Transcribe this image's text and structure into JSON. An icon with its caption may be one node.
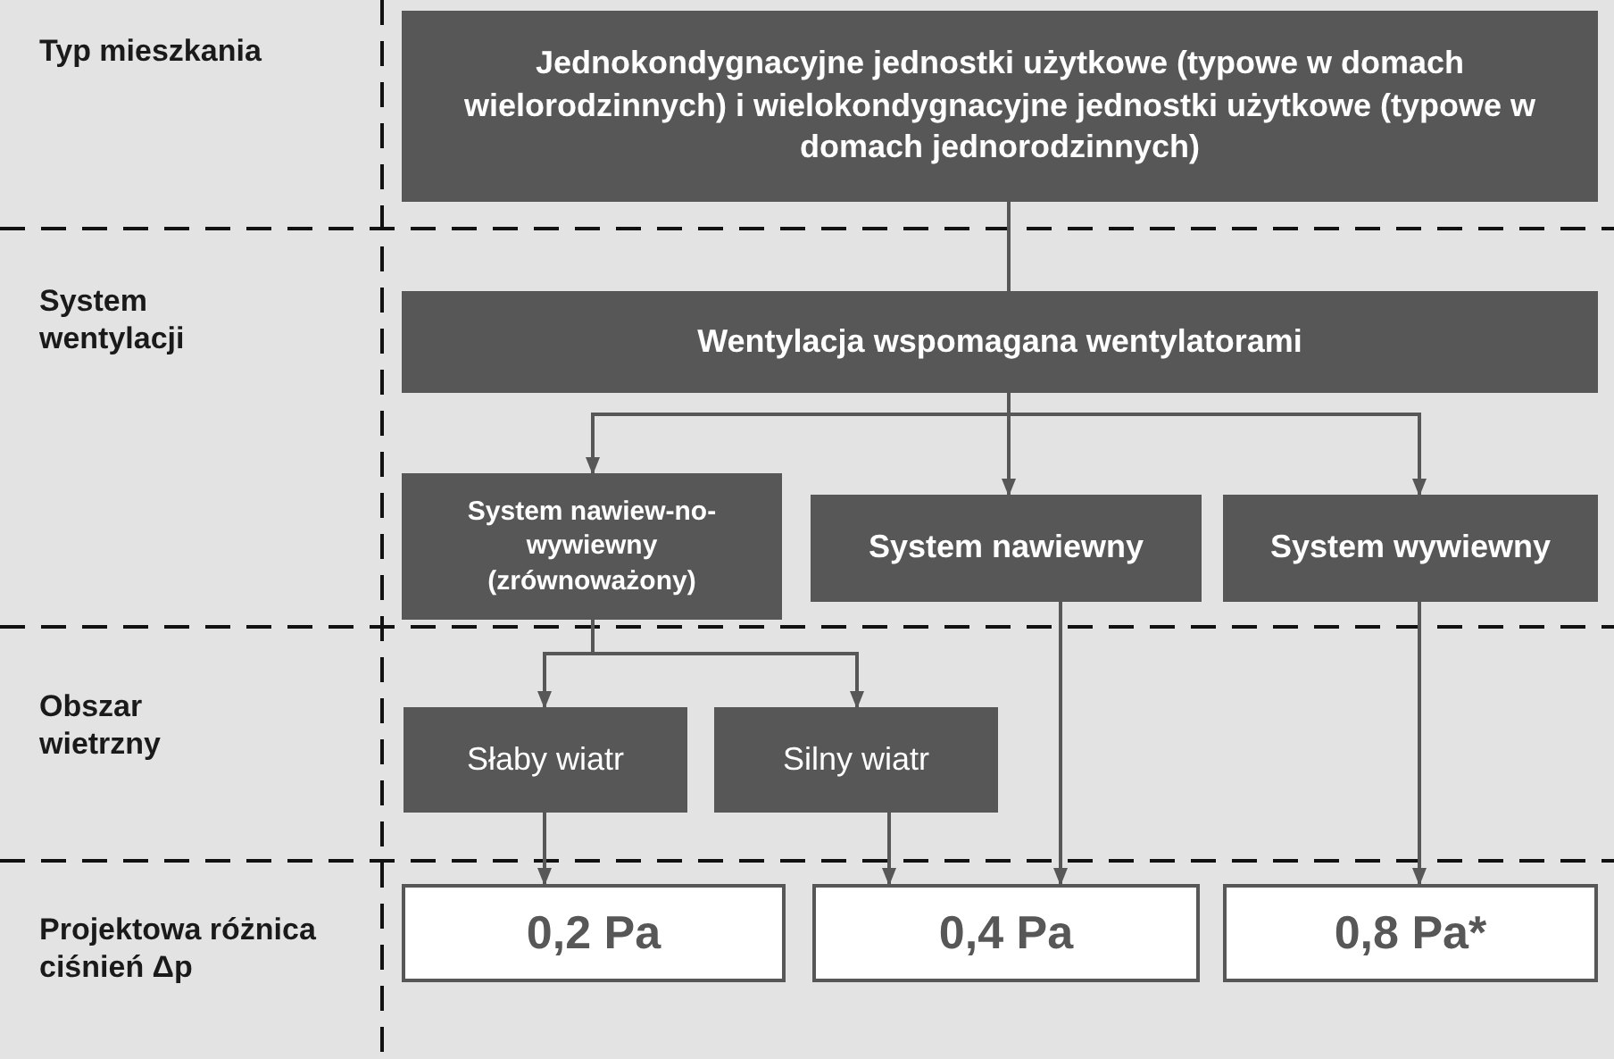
{
  "diagram": {
    "nodes": [
      {
        "text": [
          "Jednokondygnacyjne jednostki użytkowe (typowe w domach wielorodzinnych) i wielokondygnacyjne jednostki użytkowe (typowe w domach jednorodzinnych)"
        ]
      },
      {
        "text": [
          "Wentylacja wspomagana wentylatorami"
        ]
      },
      {
        "text": [
          "System nawiew-no-wywiewny (zrównoważony)"
        ]
      },
      {
        "text": [
          "System nawiewny"
        ]
      },
      {
        "text": [
          "System wywiewny"
        ]
      },
      {
        "text": [
          "Słaby wiatr"
        ]
      },
      {
        "text": [
          "Silny wiatr"
        ]
      },
      {
        "text": [
          "0,2 Pa"
        ]
      },
      {
        "text": [
          "0,4 Pa"
        ]
      },
      {
        "text": [
          "0,8 Pa*"
        ]
      }
    ],
    "edges": [
      {
        "from": 0,
        "to": 1,
        "arrow": "none"
      },
      {
        "from": 1,
        "to": 2,
        "arrow": "to"
      },
      {
        "from": 1,
        "to": 3,
        "arrow": "to"
      },
      {
        "from": 1,
        "to": 4,
        "arrow": "to"
      },
      {
        "from": 2,
        "to": 5,
        "arrow": "to"
      },
      {
        "from": 2,
        "to": 6,
        "arrow": "to"
      },
      {
        "from": 5,
        "to": 7,
        "arrow": "to"
      },
      {
        "from": 6,
        "to": 8,
        "arrow": "to"
      },
      {
        "from": 3,
        "to": 8,
        "arrow": "to"
      },
      {
        "from": 4,
        "to": 9,
        "arrow": "to"
      }
    ],
    "labels": [
      "Typ mieszkania",
      "System wentylacji",
      "Obszar wietrzny",
      "Projektowa różnica ciśnień Δp"
    ]
  }
}
